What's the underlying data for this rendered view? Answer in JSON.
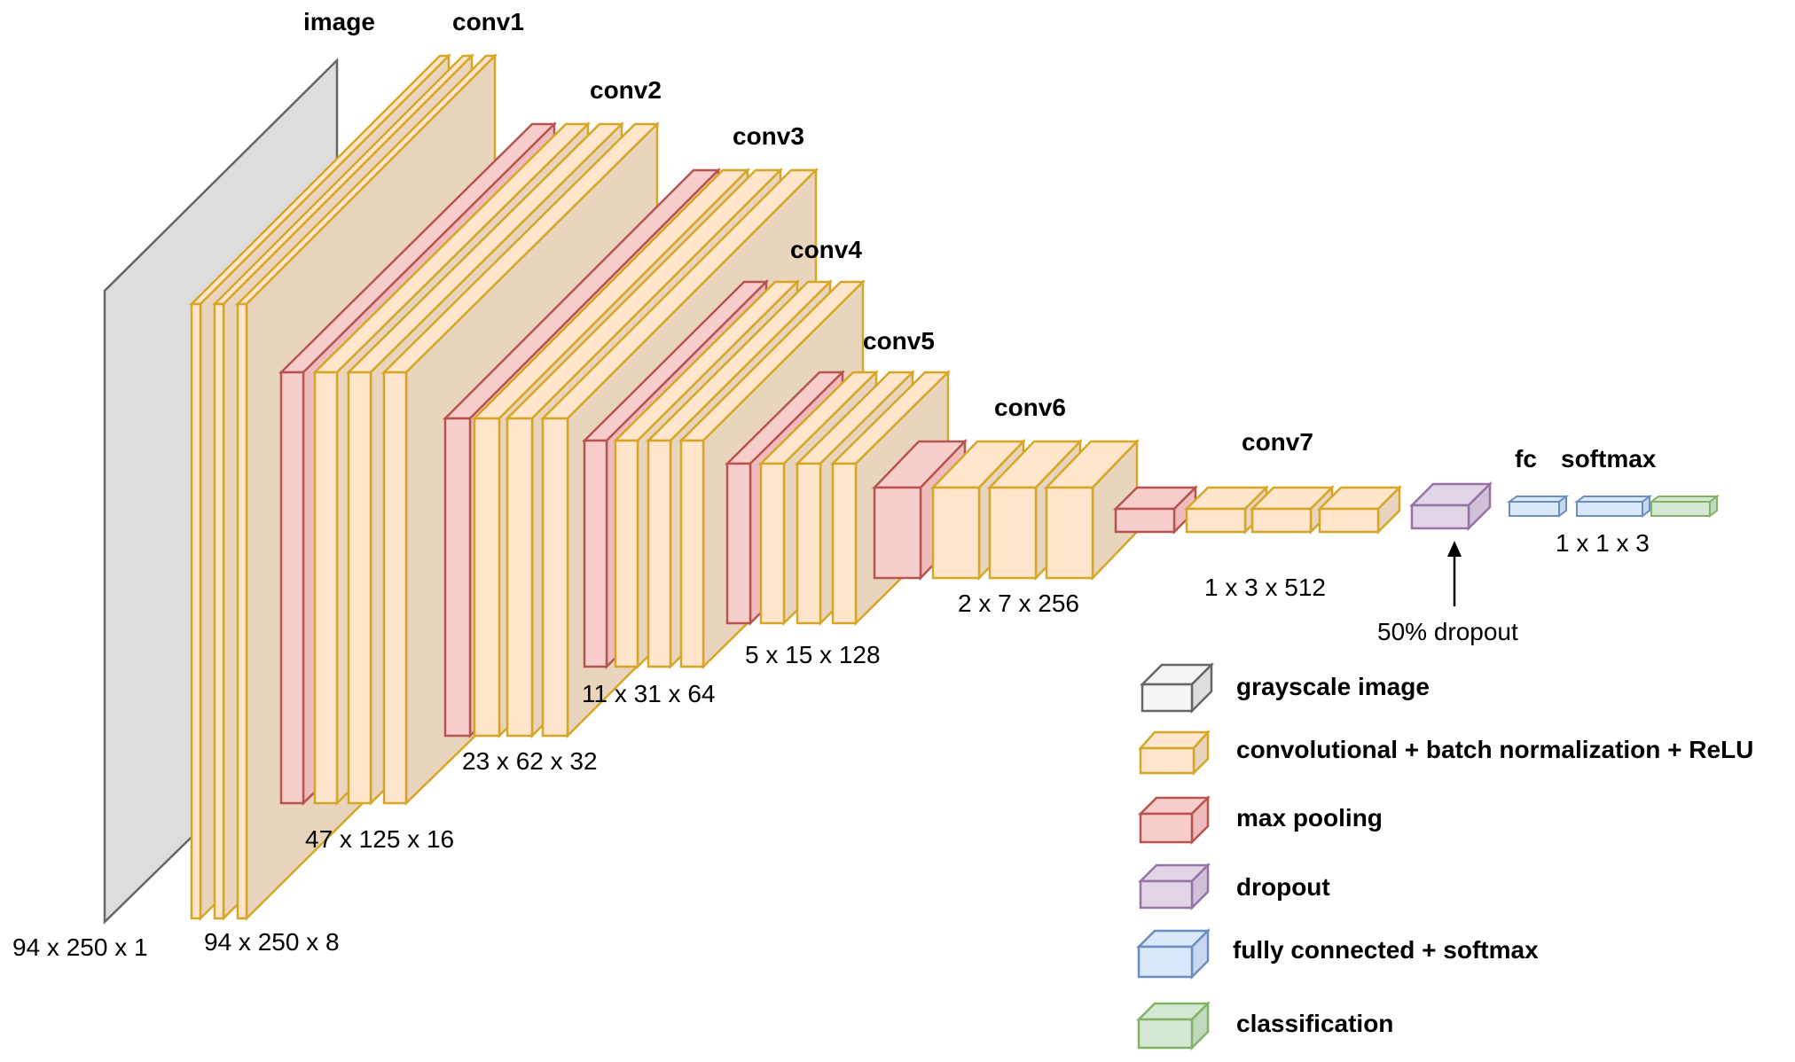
{
  "diagram": {
    "stages": {
      "image": "image",
      "conv1": "conv1",
      "conv2": "conv2",
      "conv3": "conv3",
      "conv4": "conv4",
      "conv5": "conv5",
      "conv6": "conv6",
      "conv7": "conv7",
      "fc": "fc",
      "softmax": "softmax"
    },
    "dims": {
      "input": "94 x 250 x 1",
      "conv1": "94 x 250 x 8",
      "conv2": "47 x 125 x 16",
      "conv3": "23 x 62 x 32",
      "conv4": "11 x 31 x 64",
      "conv5": "5 x 15 x 128",
      "conv6": "2 x 7 x 256",
      "conv7": "1 x 3 x 512",
      "output": "1 x 1 x 3"
    },
    "dropout_note": "50% dropout"
  },
  "legend": {
    "grayscale": "grayscale image",
    "conv": "convolutional + batch normalization + ReLU",
    "pool": "max pooling",
    "dropout": "dropout",
    "fc": "fully connected + softmax",
    "classification": "classification"
  },
  "colors": {
    "gray_face": "#f5f5f5",
    "gray_side": "#dddddd",
    "gray_stroke": "#666666",
    "conv_face": "#ffe6cc",
    "conv_side": "#e9d4bd",
    "conv_stroke": "#d7a626",
    "pool_face": "#f8cecc",
    "pool_side": "#eebcbc",
    "pool_stroke": "#b85450",
    "drop_face": "#e1d5e7",
    "drop_side": "#cfc1d8",
    "drop_stroke": "#9673a6",
    "fc_face": "#dae8fc",
    "fc_side": "#c6d7ef",
    "fc_stroke": "#6c8ebf",
    "cls_face": "#d5e8d4",
    "cls_side": "#bfd9be",
    "cls_stroke": "#82b366"
  }
}
